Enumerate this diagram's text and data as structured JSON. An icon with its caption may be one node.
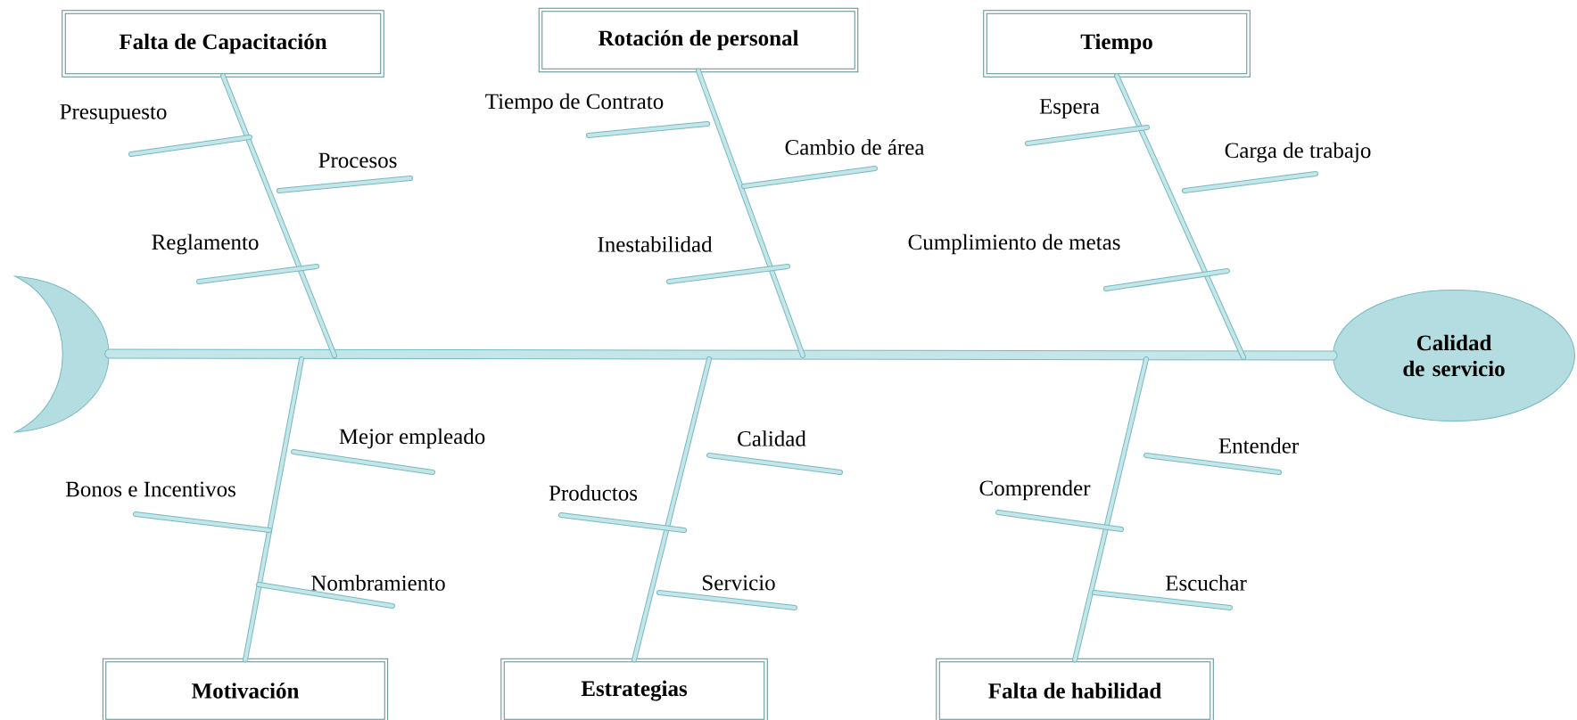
{
  "diagram": {
    "nodes": [
      {
        "text": [
          "Falta de Capacitación"
        ]
      },
      {
        "text": [
          "Presupuesto"
        ]
      },
      {
        "text": [
          "Procesos"
        ]
      },
      {
        "text": [
          "Reglamento"
        ]
      },
      {
        "text": [
          "Rotación de personal"
        ]
      },
      {
        "text": [
          "Tiempo de Contrato"
        ]
      },
      {
        "text": [
          "Cambio de área"
        ]
      },
      {
        "text": [
          "Inestabilidad"
        ]
      },
      {
        "text": [
          "Tiempo"
        ]
      },
      {
        "text": [
          "Espera"
        ]
      },
      {
        "text": [
          "Carga de trabajo"
        ]
      },
      {
        "text": [
          "Cumplimiento de metas"
        ]
      },
      {
        "text": [],
        "shape": "crescent"
      },
      {
        "text": [
          "Calidad de servicio"
        ]
      },
      {
        "text": [
          "Motivación"
        ]
      },
      {
        "text": [
          "Mejor empleado"
        ]
      },
      {
        "text": [
          "Bonos e Incentivos"
        ]
      },
      {
        "text": [
          "Nombramiento"
        ]
      },
      {
        "text": [
          "Estrategias"
        ]
      },
      {
        "text": [
          "Calidad"
        ]
      },
      {
        "text": [
          "Productos"
        ]
      },
      {
        "text": [
          "Servicio"
        ]
      },
      {
        "text": [
          "Falta de habilidad"
        ]
      },
      {
        "text": [
          "Entender"
        ]
      },
      {
        "text": [
          "Comprender"
        ]
      },
      {
        "text": [
          "Escuchar"
        ]
      }
    ],
    "edges": [
      {
        "from": 12,
        "to": 13,
        "arrow": "none",
        "style": "thick"
      },
      {
        "from": 0,
        "to": null,
        "arrow": "none"
      },
      {
        "from": 1,
        "to": null,
        "arrow": "none"
      },
      {
        "from": 2,
        "to": null,
        "arrow": "none"
      },
      {
        "from": 3,
        "to": null,
        "arrow": "none"
      },
      {
        "from": 4,
        "to": null,
        "arrow": "none"
      },
      {
        "from": 5,
        "to": null,
        "arrow": "none"
      },
      {
        "from": 6,
        "to": null,
        "arrow": "none"
      },
      {
        "from": 7,
        "to": null,
        "arrow": "none"
      },
      {
        "from": 8,
        "to": null,
        "arrow": "none"
      },
      {
        "from": 9,
        "to": null,
        "arrow": "none"
      },
      {
        "from": 10,
        "to": null,
        "arrow": "none"
      },
      {
        "from": 11,
        "to": null,
        "arrow": "none"
      },
      {
        "from": 14,
        "to": null,
        "arrow": "none"
      },
      {
        "from": 15,
        "to": null,
        "arrow": "none"
      },
      {
        "from": 16,
        "to": null,
        "arrow": "none"
      },
      {
        "from": 17,
        "to": null,
        "arrow": "none"
      },
      {
        "from": 18,
        "to": null,
        "arrow": "none"
      },
      {
        "from": 19,
        "to": null,
        "arrow": "none"
      },
      {
        "from": 20,
        "to": null,
        "arrow": "none"
      },
      {
        "from": 21,
        "to": null,
        "arrow": "none"
      },
      {
        "from": 22,
        "to": null,
        "arrow": "none"
      },
      {
        "from": 23,
        "to": null,
        "arrow": "none"
      },
      {
        "from": 24,
        "to": null,
        "arrow": "none"
      },
      {
        "from": 25,
        "to": null,
        "arrow": "none"
      }
    ]
  }
}
